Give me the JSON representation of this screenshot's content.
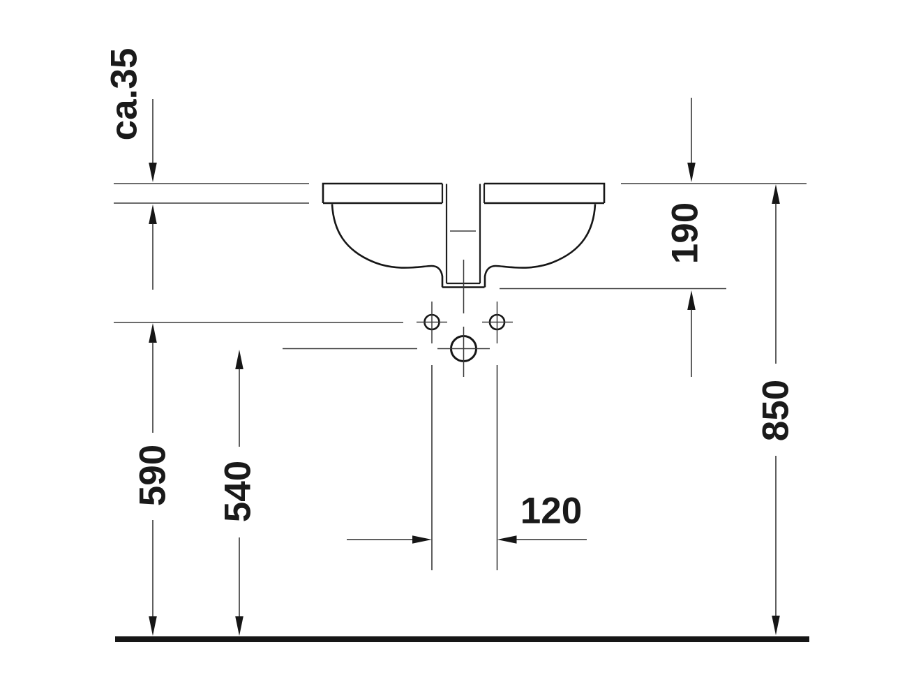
{
  "drawing": {
    "kind": "washbasin-installation-side-elevation",
    "units": "mm",
    "background_color": "#ffffff",
    "line_color": "#161616",
    "text_color": "#1a1a1a"
  },
  "labels": {
    "ca35": "ca.35",
    "d190": "190",
    "d850": "850",
    "d590": "590",
    "d540": "540",
    "d120": "120"
  }
}
